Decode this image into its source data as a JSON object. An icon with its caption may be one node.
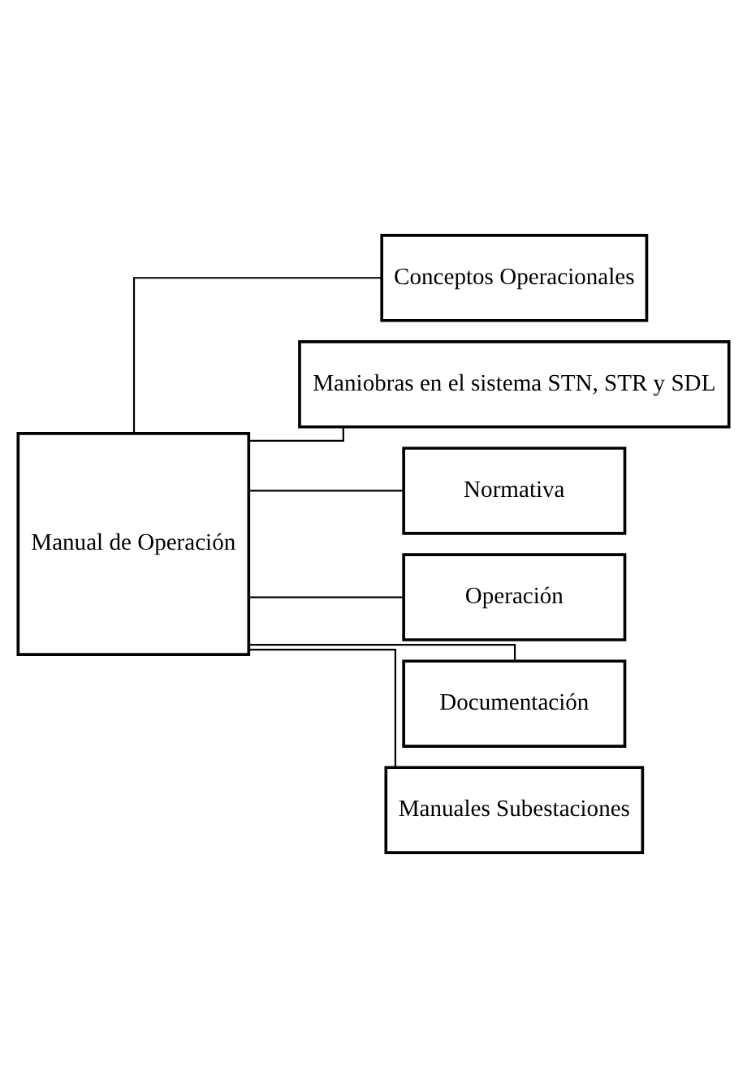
{
  "diagram": {
    "nodes": [
      {
        "text": [
          "Manual de Operación"
        ]
      },
      {
        "text": [
          "Conceptos Operacionales"
        ]
      },
      {
        "text": [
          "Maniobras en el sistema STN, STR y SDL"
        ]
      },
      {
        "text": [
          "Normativa"
        ]
      },
      {
        "text": [
          "Operación"
        ]
      },
      {
        "text": [
          "Documentación"
        ]
      },
      {
        "text": [
          "Manuales Subestaciones"
        ]
      }
    ],
    "edges": [
      {
        "from": 0,
        "to": 1,
        "arrow": "none"
      },
      {
        "from": 0,
        "to": 2,
        "arrow": "none"
      },
      {
        "from": 0,
        "to": 3,
        "arrow": "none"
      },
      {
        "from": 0,
        "to": 4,
        "arrow": "none"
      },
      {
        "from": 0,
        "to": 5,
        "arrow": "none"
      },
      {
        "from": 0,
        "to": 6,
        "arrow": "none"
      }
    ]
  }
}
